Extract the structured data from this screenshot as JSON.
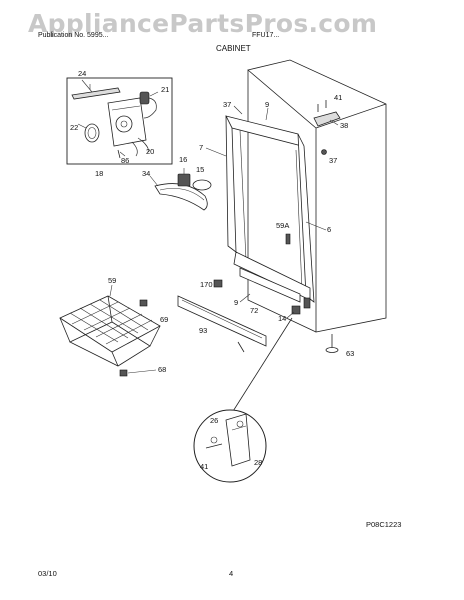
{
  "watermark": "AppliancePartsPros.com",
  "header": {
    "left_text": "Publication No. 5995...",
    "right_text": "FFU17...",
    "section_title": "CABINET"
  },
  "callouts": {
    "c24": "24",
    "c21": "21",
    "c22": "22",
    "c20": "20",
    "c86": "86",
    "c18": "18",
    "c16": "16",
    "c15": "15",
    "c34": "34",
    "c7": "7",
    "c37a": "37",
    "c9a": "9",
    "c41a": "41",
    "c38": "38",
    "c37b": "37",
    "c59a": "59A",
    "c6": "6",
    "c59": "59",
    "c170": "170",
    "c9b": "9",
    "c72": "72",
    "c14": "14",
    "c69": "69",
    "c93": "93",
    "c68": "68",
    "c63": "63",
    "c26": "26",
    "c41b": "41",
    "c28": "28"
  },
  "footer": {
    "code": "P08C1223",
    "date": "03/10",
    "page": "4"
  }
}
